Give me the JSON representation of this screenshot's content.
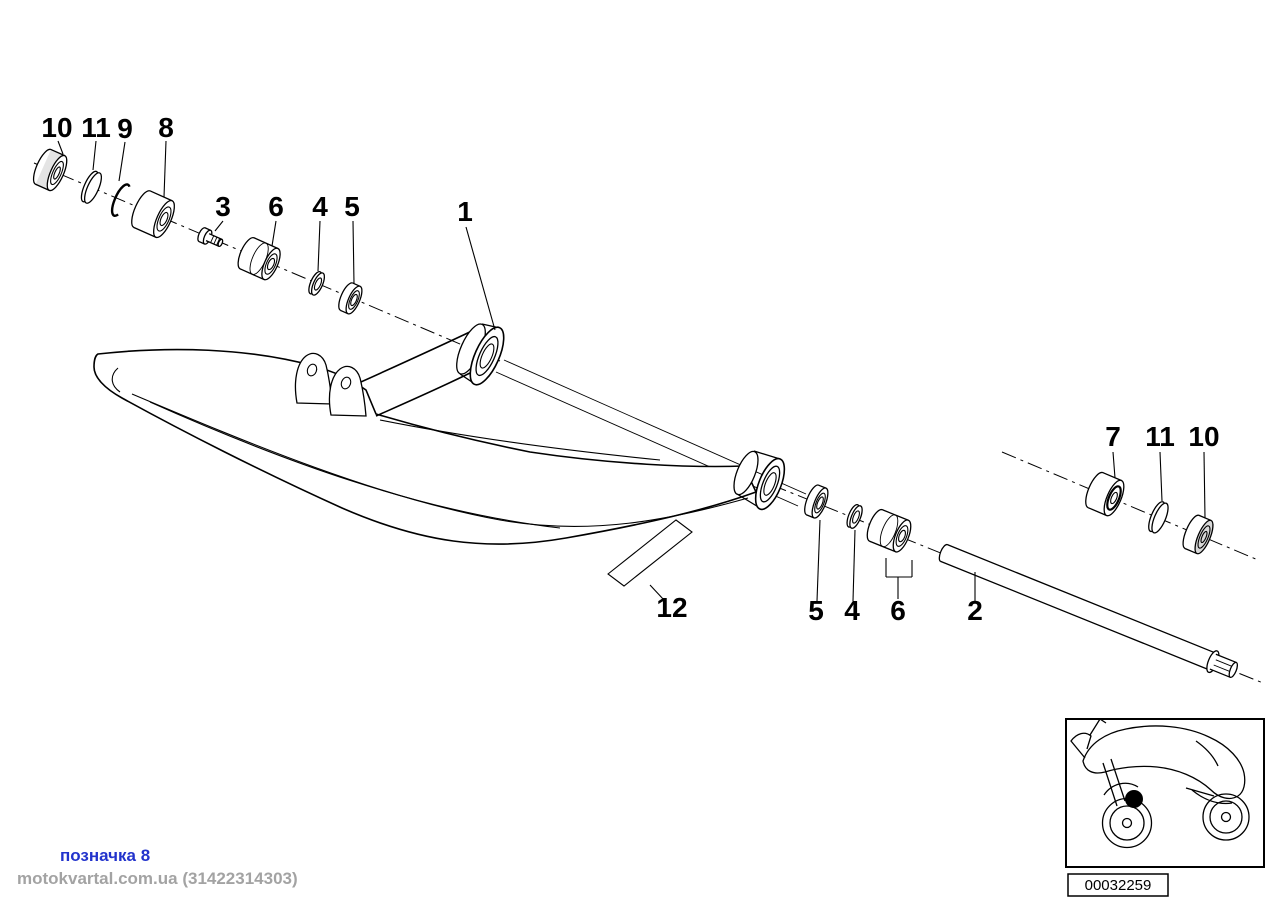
{
  "diagram": {
    "callouts": [
      {
        "id": "10-left",
        "text": "10"
      },
      {
        "id": "11-left",
        "text": "11"
      },
      {
        "id": "9-left",
        "text": "9"
      },
      {
        "id": "8-left",
        "text": "8"
      },
      {
        "id": "3",
        "text": "3"
      },
      {
        "id": "6-left",
        "text": "6"
      },
      {
        "id": "4-left",
        "text": "4"
      },
      {
        "id": "5-left",
        "text": "5"
      },
      {
        "id": "1",
        "text": "1"
      },
      {
        "id": "7",
        "text": "7"
      },
      {
        "id": "11-right",
        "text": "11"
      },
      {
        "id": "10-right",
        "text": "10"
      },
      {
        "id": "5-right",
        "text": "5"
      },
      {
        "id": "4-right",
        "text": "4"
      },
      {
        "id": "6-right",
        "text": "6"
      },
      {
        "id": "2",
        "text": "2"
      },
      {
        "id": "12",
        "text": "12"
      }
    ]
  },
  "footer": {
    "link_text": "позначка 8",
    "watermark": "motokvartal.com.ua (31422314303)"
  },
  "thumbnail": {
    "part_code": "00032259"
  },
  "colors": {
    "background": "#ffffff",
    "line": "#000000",
    "link_blue": "#2233cc",
    "watermark_gray": "#a3a3a3"
  }
}
